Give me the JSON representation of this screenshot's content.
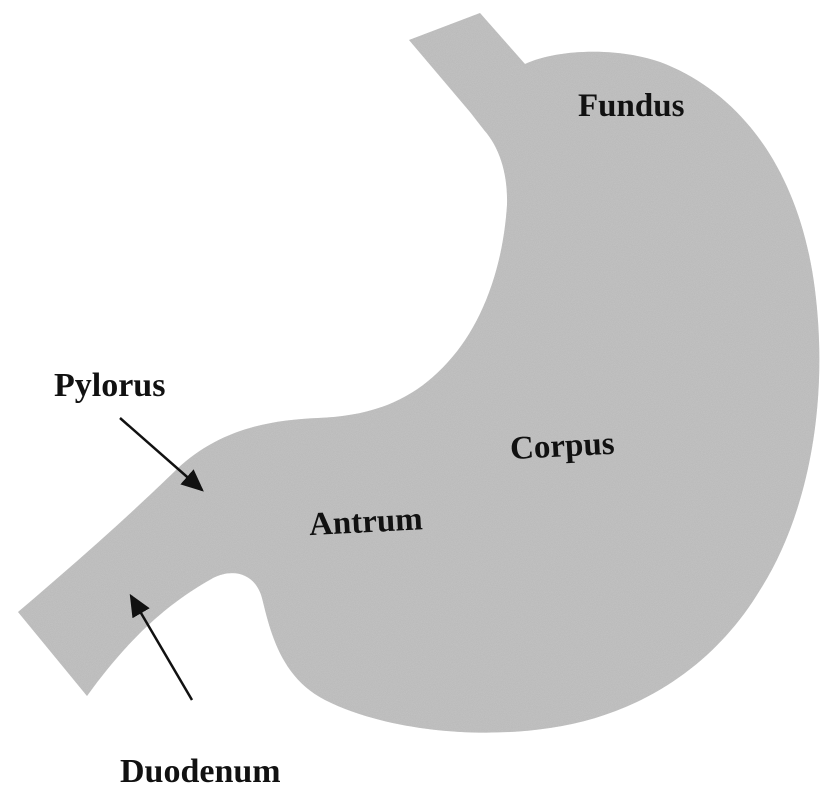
{
  "labels": {
    "fundus": "Fundus",
    "corpus": "Corpus",
    "antrum": "Antrum",
    "pylorus": "Pylorus",
    "duodenum": "Duodenum"
  },
  "colors": {
    "organ_fill": "#b9b9b9",
    "text": "#111111",
    "arrow": "#111111"
  }
}
